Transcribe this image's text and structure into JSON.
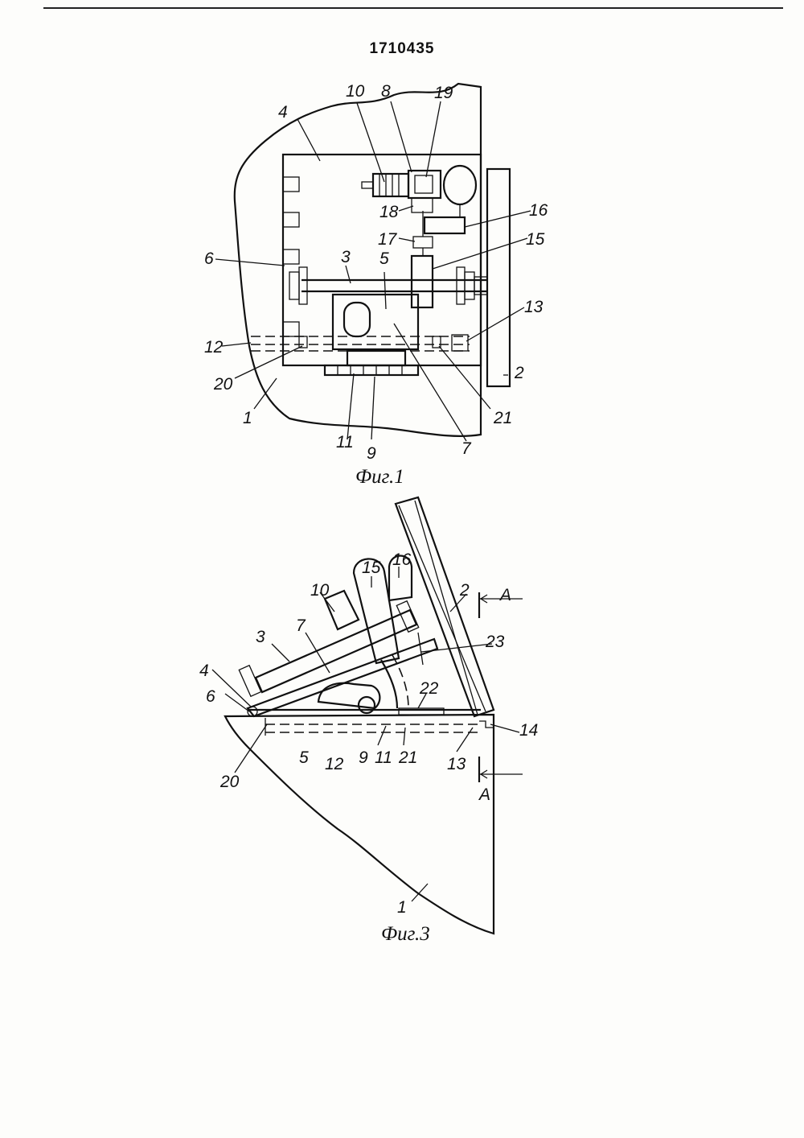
{
  "header": {
    "patent_number": "1710435"
  },
  "figure1": {
    "caption": "Фиг.1",
    "labels": [
      "1",
      "2",
      "3",
      "4",
      "5",
      "6",
      "7",
      "8",
      "9",
      "10",
      "11",
      "12",
      "13",
      "15",
      "16",
      "17",
      "18",
      "19",
      "20",
      "21"
    ]
  },
  "figure3": {
    "caption": "Фиг.3",
    "section_letter": "A",
    "labels": [
      "1",
      "2",
      "3",
      "4",
      "5",
      "6",
      "7",
      "9",
      "10",
      "11",
      "12",
      "13",
      "14",
      "15",
      "16",
      "20",
      "21",
      "22",
      "23"
    ]
  }
}
